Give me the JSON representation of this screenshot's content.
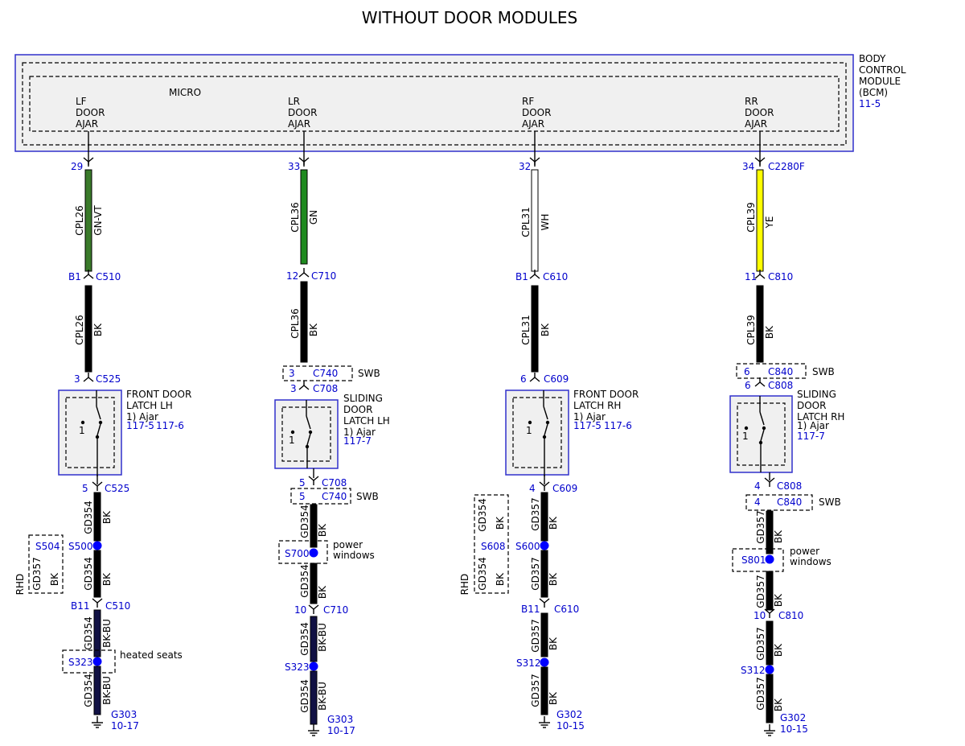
{
  "title": "WITHOUT DOOR MODULES",
  "bcm": {
    "micro_label": "MICRO",
    "module_lines": [
      "BODY",
      "CONTROL",
      "MODULE",
      "(BCM)"
    ],
    "module_ref": "11-5"
  },
  "colors": {
    "GN-VT": "#3a7a2a",
    "GN": "#1f8a1f",
    "WH": "#ffffff",
    "YE": "#ffff00",
    "BK": "#000000",
    "BK-BU": "#111144",
    "splice": "#0000ff",
    "ref_text": "#0000cc"
  },
  "col1": {
    "input_lines": [
      "LF",
      "DOOR",
      "AJAR"
    ],
    "pin_top": "29",
    "wire1": {
      "circuit": "CPL26",
      "color": "GN-VT"
    },
    "c_mid_pin": "B1",
    "c_mid": "C510",
    "wire2": {
      "circuit": "CPL26",
      "color": "BK"
    },
    "latch_pin_in": "3",
    "latch_conn_in": "C525",
    "latch_lines": [
      "FRONT DOOR",
      "LATCH LH",
      "1) Ajar"
    ],
    "latch_ref1": "117-5",
    "latch_ref2": "117-6",
    "switch_num": "1",
    "latch_pin_out": "5",
    "latch_conn_out": "C525",
    "wire3": {
      "circuit": "GD354",
      "color": "BK"
    },
    "splice_a": "S500",
    "alt_splice": "S504",
    "alt_circuit": "GD357",
    "alt_color": "BK",
    "alt_label": "RHD",
    "wire4": {
      "circuit": "GD354",
      "color": "BK"
    },
    "c_low_pin": "B11",
    "c_low": "C510",
    "wire5": {
      "circuit": "GD354",
      "color": "BK-BU"
    },
    "splice_b": "S323",
    "splice_b_note": "heated seats",
    "wire6": {
      "circuit": "GD354",
      "color": "BK-BU"
    },
    "ground": "G303",
    "ground_ref": "10-17"
  },
  "col2": {
    "input_lines": [
      "LR",
      "DOOR",
      "AJAR"
    ],
    "pin_top": "33",
    "wire1": {
      "circuit": "CPL36",
      "color": "GN"
    },
    "c_mid_pin": "12",
    "c_mid": "C710",
    "wire2": {
      "circuit": "CPL36",
      "color": "BK"
    },
    "swb_pin_in": "3",
    "swb_conn_in": "C740",
    "swb_label": "SWB",
    "latch_pin_in": "3",
    "latch_conn_in": "C708",
    "latch_lines": [
      "SLIDING",
      "DOOR",
      "LATCH LH",
      "1) Ajar"
    ],
    "latch_ref1": "117-7",
    "switch_num": "1",
    "latch_pin_out": "5",
    "latch_conn_out": "C708",
    "swb_pin_out": "5",
    "swb_conn_out": "C740",
    "wire3": {
      "circuit": "GD354",
      "color": "BK"
    },
    "splice_a": "S700",
    "splice_a_note1": "power",
    "splice_a_note2": "windows",
    "wire4": {
      "circuit": "GD354",
      "color": "BK"
    },
    "c_low_pin": "10",
    "c_low": "C710",
    "wire5": {
      "circuit": "GD354",
      "color": "BK-BU"
    },
    "splice_b": "S323",
    "wire6": {
      "circuit": "GD354",
      "color": "BK-BU"
    },
    "ground": "G303",
    "ground_ref": "10-17"
  },
  "col3": {
    "input_lines": [
      "RF",
      "DOOR",
      "AJAR"
    ],
    "pin_top": "32",
    "wire1": {
      "circuit": "CPL31",
      "color": "WH"
    },
    "c_mid_pin": "B1",
    "c_mid": "C610",
    "wire2": {
      "circuit": "CPL31",
      "color": "BK"
    },
    "latch_pin_in": "6",
    "latch_conn_in": "C609",
    "latch_lines": [
      "FRONT DOOR",
      "LATCH RH",
      "1) Ajar"
    ],
    "latch_ref1": "117-5",
    "latch_ref2": "117-6",
    "switch_num": "1",
    "latch_pin_out": "4",
    "latch_conn_out": "C609",
    "wire3": {
      "circuit": "GD357",
      "color": "BK"
    },
    "splice_a": "S600",
    "alt_splice": "S608",
    "alt_circuit1": "GD354",
    "alt_color1": "BK",
    "alt_circuit2": "GD354",
    "alt_color2": "BK",
    "alt_label": "RHD",
    "wire4": {
      "circuit": "GD357",
      "color": "BK"
    },
    "c_low_pin": "B11",
    "c_low": "C610",
    "wire5": {
      "circuit": "GD357",
      "color": "BK"
    },
    "splice_b": "S312",
    "wire6": {
      "circuit": "GD357",
      "color": "BK"
    },
    "ground": "G302",
    "ground_ref": "10-15"
  },
  "col4": {
    "input_lines": [
      "RR",
      "DOOR",
      "AJAR"
    ],
    "pin_top": "34",
    "top_conn": "C2280F",
    "wire1": {
      "circuit": "CPL39",
      "color": "YE"
    },
    "c_mid_pin": "11",
    "c_mid": "C810",
    "wire2": {
      "circuit": "CPL39",
      "color": "BK"
    },
    "swb_pin_in": "6",
    "swb_conn_in": "C840",
    "swb_label": "SWB",
    "latch_pin_in": "6",
    "latch_conn_in": "C808",
    "latch_lines": [
      "SLIDING",
      "DOOR",
      "LATCH RH",
      "1) Ajar"
    ],
    "latch_ref1": "117-7",
    "switch_num": "1",
    "latch_pin_out": "4",
    "latch_conn_out": "C808",
    "swb_pin_out": "4",
    "swb_conn_out": "C840",
    "wire3": {
      "circuit": "GD357",
      "color": "BK"
    },
    "splice_a": "S801",
    "splice_a_note1": "power",
    "splice_a_note2": "windows",
    "wire4": {
      "circuit": "GD357",
      "color": "BK"
    },
    "c_low_pin": "10",
    "c_low": "C810",
    "wire5": {
      "circuit": "GD357",
      "color": "BK"
    },
    "splice_b": "S312",
    "wire6": {
      "circuit": "GD357",
      "color": "BK"
    },
    "ground": "G302",
    "ground_ref": "10-15"
  }
}
